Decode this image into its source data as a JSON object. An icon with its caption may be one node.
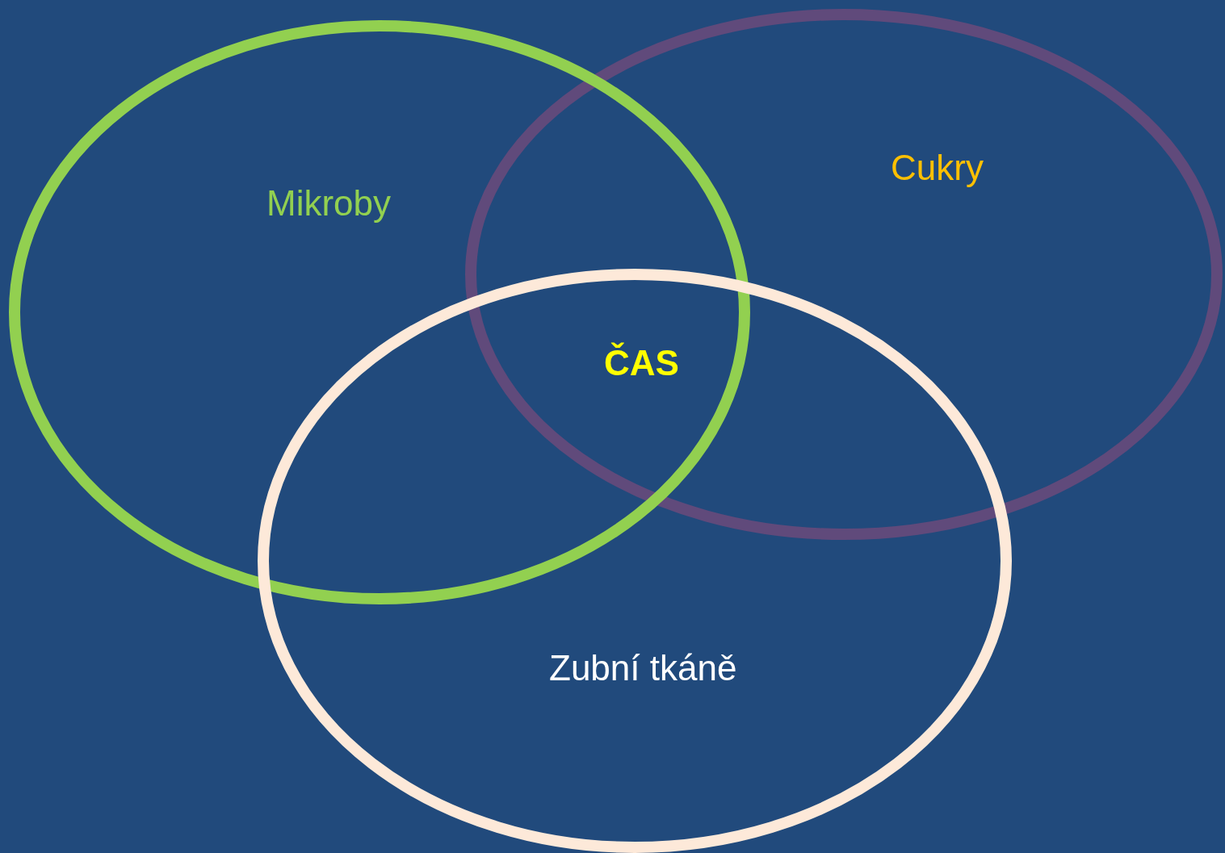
{
  "diagram": {
    "nodes": [
      {
        "text": [
          "Mikroby"
        ]
      },
      {
        "text": [
          "Cukry"
        ]
      },
      {
        "text": [
          "Zubní tkáně"
        ]
      }
    ],
    "labels": [
      "ČAS"
    ]
  }
}
